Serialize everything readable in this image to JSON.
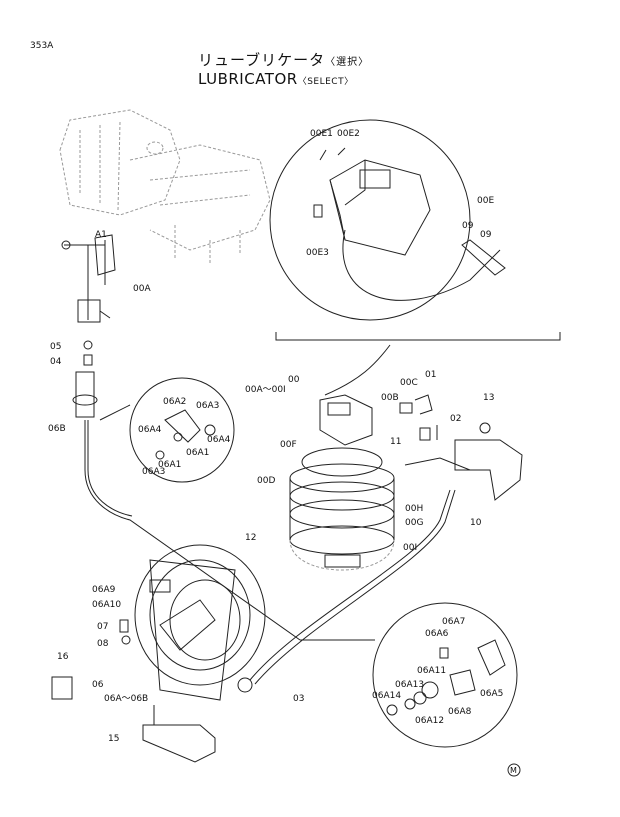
{
  "header": {
    "page_number": "353A",
    "title_jp": "リューブリケータ",
    "title_jp_suffix": "〈選択〉",
    "title_en": "LUBRICATOR",
    "title_en_suffix": "〈SELECT〉"
  },
  "mark": "M",
  "parts": {
    "p00E1": "00E1",
    "p00E2": "00E2",
    "p00E": "00E",
    "p00E3": "00E3",
    "p09a": "09",
    "p09b": "09",
    "pA1": "A1",
    "p00A": "00A",
    "p05": "05",
    "p04": "04",
    "p06B": "06B",
    "p00": "00",
    "p00A_00I": "00A～00I",
    "p00B": "00B",
    "p00C": "00C",
    "p01": "01",
    "p02": "02",
    "p13": "13",
    "p11": "11",
    "p00F": "00F",
    "p00D": "00D",
    "p00H": "00H",
    "p00G": "00G",
    "p00I": "00I",
    "p12": "12",
    "p10": "10",
    "p06A2": "06A2",
    "p06A3a": "06A3",
    "p06A4a": "06A4",
    "p06A4b": "06A4",
    "p06A1a": "06A1",
    "p06A1b": "06A1",
    "p06A3b": "06A3",
    "p06A9": "06A9",
    "p06A10": "06A10",
    "p07": "07",
    "p08": "08",
    "p16": "16",
    "p06": "06",
    "p06A_06B": "06A～06B",
    "p15": "15",
    "p03": "03",
    "p06A7": "06A7",
    "p06A6": "06A6",
    "p06A11": "06A11",
    "p06A13": "06A13",
    "p06A14": "06A14",
    "p06A5": "06A5",
    "p06A8": "06A8",
    "p06A12": "06A12"
  }
}
